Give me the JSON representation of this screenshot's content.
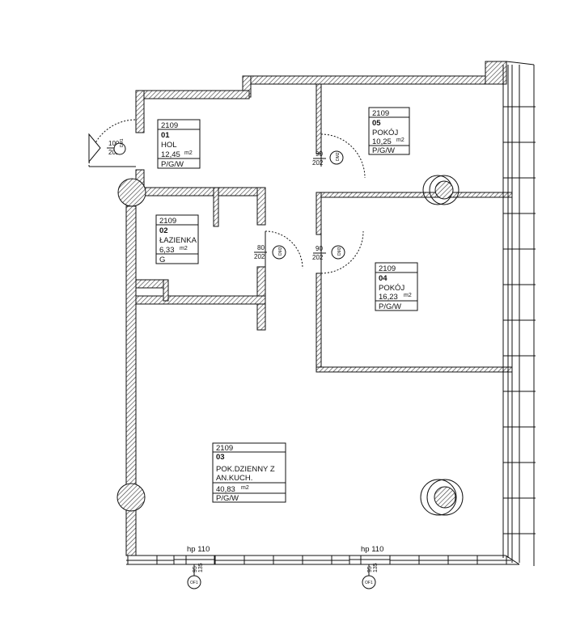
{
  "rooms": [
    {
      "code": "2109",
      "number": "01",
      "name": "HOL",
      "area": "12,45",
      "area_unit": "m2",
      "finish": "P/G/W"
    },
    {
      "code": "2109",
      "number": "05",
      "name": "POKÓJ",
      "area": "10,25",
      "area_unit": "m2",
      "finish": "P/G/W"
    },
    {
      "code": "2109",
      "number": "02",
      "name": "ŁAZIENKA",
      "area": "6,33",
      "area_unit": "m2",
      "finish": "G"
    },
    {
      "code": "2109",
      "number": "04",
      "name": "POKÓJ",
      "area": "16,23",
      "area_unit": "m2",
      "finish": "P/G/W"
    },
    {
      "code": "2109",
      "number": "03",
      "name_line1": "POK.DZIENNY Z",
      "name_line2": "AN.KUCH.",
      "area": "40,83",
      "area_unit": "m2",
      "finish": "P/G/W"
    }
  ],
  "doors": [
    {
      "tag": "DM1",
      "width": "100",
      "height": "202"
    },
    {
      "tag": "DM2",
      "width": "90",
      "height": "202"
    },
    {
      "tag": "DM3",
      "width": "80",
      "height": "202"
    },
    {
      "tag": "DM3",
      "width": "90",
      "height": "202"
    }
  ],
  "windows": [
    {
      "sill": "hp 110",
      "tag": "OF1",
      "w": "95",
      "h": "135"
    },
    {
      "sill": "hp 110",
      "tag": "OF1",
      "w": "95",
      "h": "135"
    }
  ],
  "colors": {
    "line": "#111111",
    "hatch": "#555555",
    "wall_fill": "#ffffff"
  }
}
